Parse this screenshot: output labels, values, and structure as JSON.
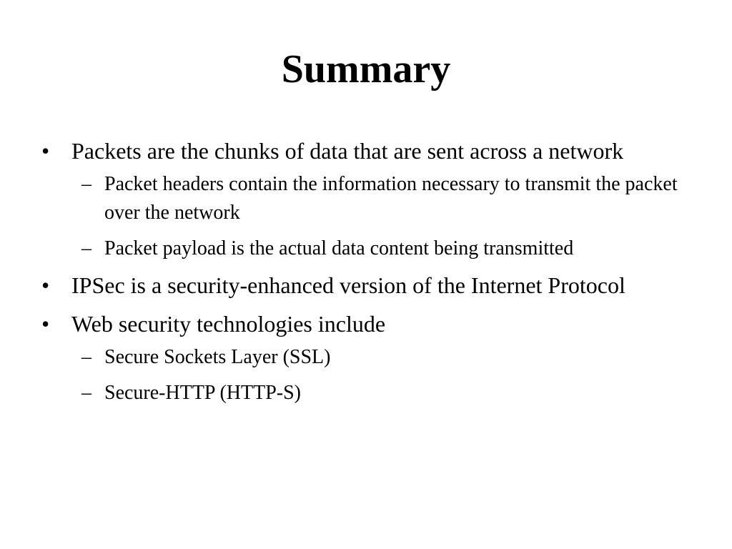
{
  "slide": {
    "title": "Summary",
    "items": [
      {
        "text": "Packets are the chunks of data that are sent across a network",
        "children": [
          "Packet headers contain the information necessary to transmit the packet over the network",
          "Packet payload is the actual data content being transmitted"
        ]
      },
      {
        "text": "IPSec is a security-enhanced version of the Internet Protocol",
        "children": []
      },
      {
        "text": "Web security technologies include",
        "children": [
          "Secure Sockets Layer (SSL)",
          "Secure-HTTP (HTTP-S)"
        ]
      }
    ],
    "bullet_glyph": "•",
    "dash_glyph": "–"
  }
}
